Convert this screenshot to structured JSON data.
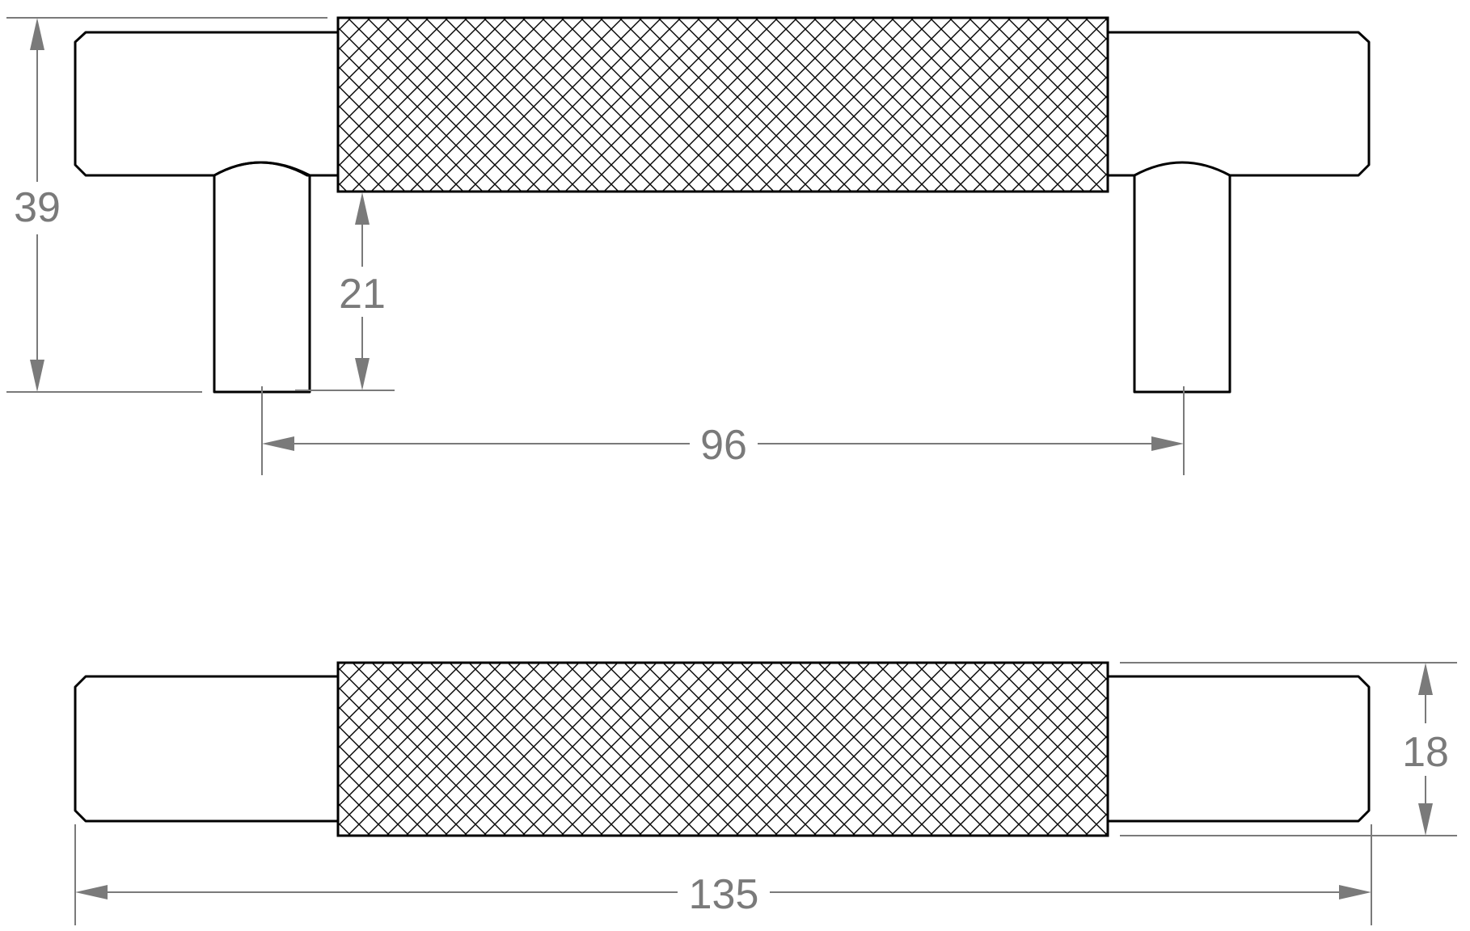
{
  "dimensions": {
    "height_overall": "39",
    "projection": "21",
    "hole_centres": "96",
    "bar_diameter": "18",
    "overall_length": "135"
  },
  "colors": {
    "outline": "#000000",
    "dimension": "#7a7a7a",
    "background": "#ffffff"
  }
}
